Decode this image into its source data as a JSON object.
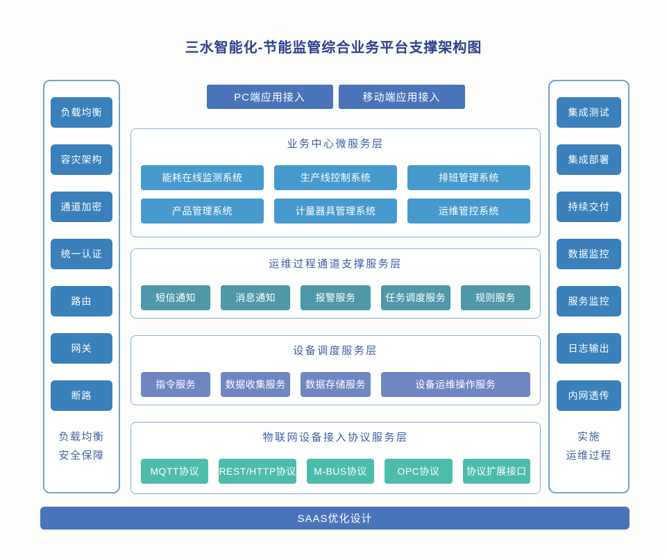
{
  "title": "三水智能化-节能监管综合业务平台支撑架构图",
  "colors": {
    "title_text": "#2c3e8f",
    "section_title_text": "#3b5ca6",
    "panel_caption_text": "#3f5fa0",
    "panel_border": "#6fa3d2",
    "section_border": "#85aed9",
    "sidebar_button": "#3a80ba",
    "primary_button": "#4a74b9"
  },
  "top_buttons": [
    {
      "name": "pc-app-access",
      "label": "PC端应用接入"
    },
    {
      "name": "mobile-app-access",
      "label": "移动端应用接入"
    }
  ],
  "left_panel": {
    "items": [
      "负载均衡",
      "容灾架构",
      "通道加密",
      "统一认证",
      "路由",
      "网关",
      "断路"
    ],
    "caption_lines": [
      "负载均衡",
      "安全保障"
    ]
  },
  "right_panel": {
    "items": [
      "集成测试",
      "集成部署",
      "持续交付",
      "数据监控",
      "服务监控",
      "日志输出",
      "内网透传"
    ],
    "caption_lines": [
      "实施",
      "运维过程"
    ]
  },
  "sections": [
    {
      "name": "business-microservice-layer",
      "title": "业务中心微服务层",
      "button_color": "#479ace",
      "rows": [
        [
          "能耗在线监测系统",
          "生产线控制系统",
          "排班管理系统"
        ],
        [
          "产品管理系统",
          "计量器具管理系统",
          "运维管控系统"
        ]
      ]
    },
    {
      "name": "ops-channel-support-layer",
      "title": "运维过程通道支撑服务层",
      "button_color": "#4f97a9",
      "rows": [
        [
          "短信通知",
          "消息通知",
          "报警服务",
          "任务调度服务",
          "规则服务"
        ]
      ]
    },
    {
      "name": "device-dispatch-layer",
      "title": "设备调度服务层",
      "button_color": "#6e86c2",
      "rows": [
        [
          "指令服务",
          "数据收集服务",
          "数据存储服务",
          "设备运维操作服务"
        ]
      ]
    },
    {
      "name": "iot-protocol-access-layer",
      "title": "物联网设备接入协议服务层",
      "button_color": "#4cbcab",
      "rows": [
        [
          "MQTT协议",
          "REST/HTTP协议",
          "M-BUS协议",
          "OPC协议",
          "协议扩展接口"
        ]
      ]
    }
  ],
  "bottom_bar": {
    "label": "SAAS优化设计"
  }
}
